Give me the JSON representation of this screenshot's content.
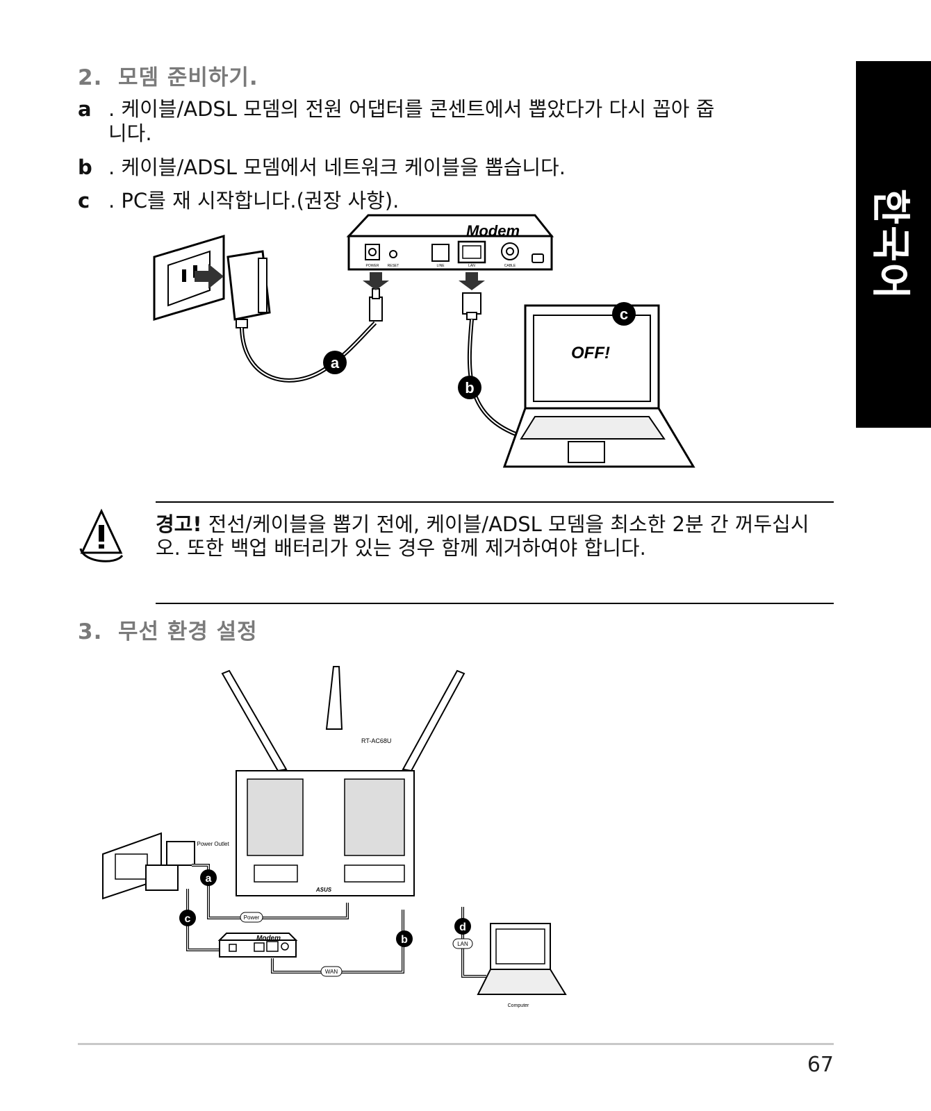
{
  "side_tab": "한국어",
  "section2": {
    "number": "2.",
    "title": "모뎀 준비하기.",
    "steps": [
      {
        "label": "a",
        "text": ". 케이블/ADSL 모뎀의 전원 어댑터를 콘센트에서 뽑았다가 다시 꼽아 줍",
        "cont": "니다."
      },
      {
        "label": "b",
        "text": ". 케이블/ADSL 모뎀에서 네트워크 케이블을 뽑습니다."
      },
      {
        "label": "c",
        "text": ". PC를 재 시작합니다.(권장 사항)."
      }
    ]
  },
  "diagram1": {
    "modem_title": "Modem",
    "port_power": "POWER",
    "port_reset": "RESET",
    "port_line": "LINE",
    "port_lan": "LAN",
    "port_cable": "CABLE",
    "laptop_screen": "OFF!",
    "callout_a": "a",
    "callout_b": "b",
    "callout_c": "c"
  },
  "warning": {
    "label": "경고!",
    "text": " 전선/케이블을 뽑기 전에, 케이블/ADSL 모뎀을 최소한 2분 간 꺼두십시오. 또한 백업 배터리가 있는 경우 함께 제거하여야 합니다."
  },
  "section3": {
    "number": "3.",
    "title": "무선 환경 설정"
  },
  "diagram2": {
    "model": "RT-AC68U",
    "wall_outlet": "Wall Power Outlet",
    "brand": "ASUS",
    "modem_title": "Modem",
    "label_power": "Power",
    "label_wan": "WAN",
    "label_lan": "LAN",
    "label_computer": "Computer",
    "callout_a": "a",
    "callout_b": "b",
    "callout_c": "c",
    "callout_d": "d"
  },
  "page_number": "67"
}
